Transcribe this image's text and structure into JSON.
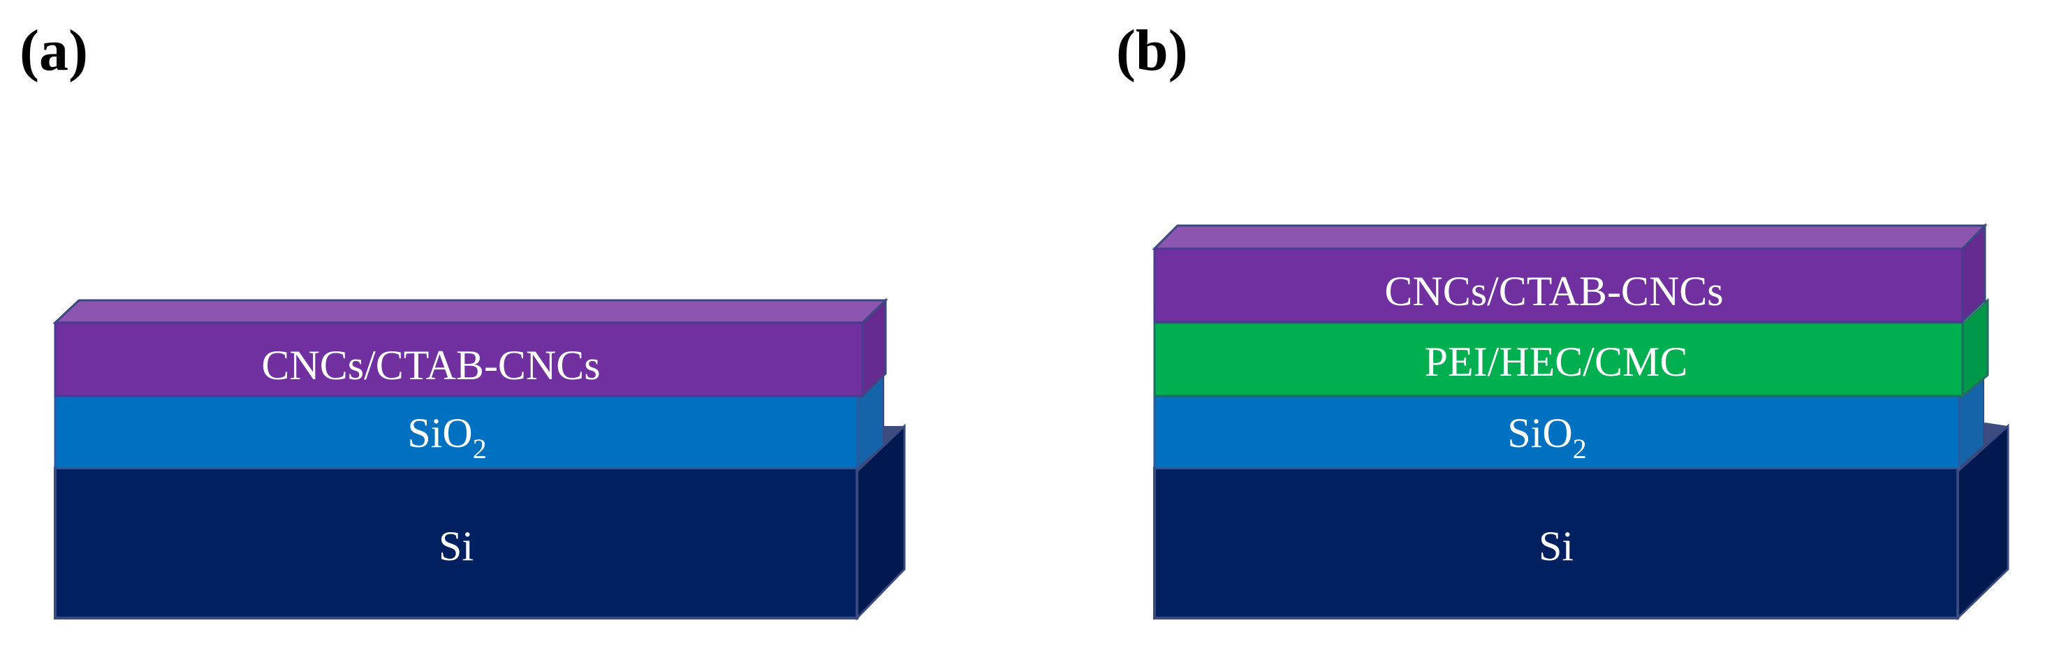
{
  "figure": {
    "panels": [
      {
        "label": "(a)",
        "layers": [
          {
            "name": "CNCs/CTAB-CNCs",
            "text": "CNCs/CTAB-CNCs",
            "front_color": "#7030a0",
            "top_color": "#8b55b0",
            "side_color": "#652a90"
          },
          {
            "name": "SiO2",
            "text_main": "SiO",
            "text_sub": "2",
            "front_color": "#0070c0",
            "side_color": "#1563a8"
          },
          {
            "name": "Si",
            "text": "Si",
            "front_color": "#002060",
            "side_color": "#001a50",
            "top_color": "#3c4c80"
          }
        ]
      },
      {
        "label": "(b)",
        "layers": [
          {
            "name": "CNCs/CTAB-CNCs",
            "text": "CNCs/CTAB-CNCs",
            "front_color": "#7030a0",
            "top_color": "#8b55b0",
            "side_color": "#652a90"
          },
          {
            "name": "PEI/HEC/CMC",
            "text": "PEI/HEC/CMC",
            "front_color": "#00b050",
            "side_color": "#00994a"
          },
          {
            "name": "SiO2",
            "text_main": "SiO",
            "text_sub": "2",
            "front_color": "#0070c0",
            "side_color": "#1563a8"
          },
          {
            "name": "Si",
            "text": "Si",
            "front_color": "#002060",
            "side_color": "#001a50",
            "top_color": "#3c4c80"
          }
        ]
      }
    ],
    "outline_color": "#3a4a80"
  }
}
